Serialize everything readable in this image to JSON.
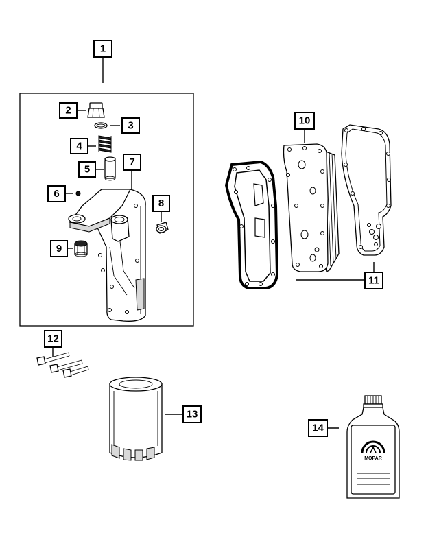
{
  "diagram": {
    "callouts": {
      "c1": "1",
      "c2": "2",
      "c3": "3",
      "c4": "4",
      "c5": "5",
      "c6": "6",
      "c7": "7",
      "c8": "8",
      "c9": "9",
      "c10": "10",
      "c11": "11",
      "c12": "12",
      "c13": "13",
      "c14": "14"
    },
    "bottle_brand": "MOPAR"
  }
}
